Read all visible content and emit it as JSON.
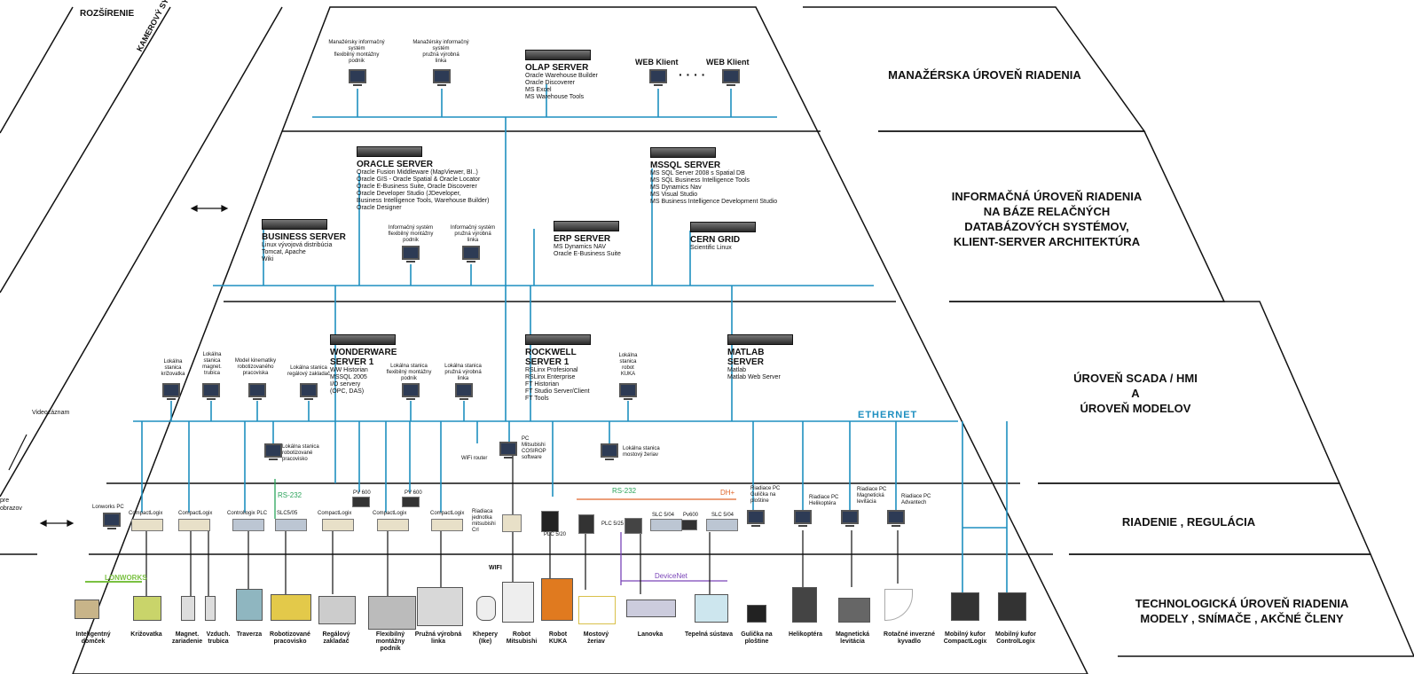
{
  "left_labels": {
    "rozsirenie": "ROZŠÍRENIE",
    "kamerovy": "KAMEROVÝ SYSTÉM",
    "videozaznam": "Videozáznam",
    "obrazov": "pre\nobrazov"
  },
  "levels": [
    {
      "id": "manager",
      "text": "MANAŽÉRSKA ÚROVEŇ RIADENIA"
    },
    {
      "id": "info",
      "text": "INFORMAČNÁ ÚROVEŇ RIADENIA\nNA BÁZE RELAČNÝCH\nDATABÁZOVÝCH SYSTÉMOV,\nKLIENT-SERVER ARCHITEKTÚRA"
    },
    {
      "id": "scada",
      "text": "ÚROVEŇ SCADA / HMI\nA\nÚROVEŇ MODELOV"
    },
    {
      "id": "control",
      "text": "RIADENIE , REGULÁCIA"
    },
    {
      "id": "tech",
      "text": "TECHNOLOGICKÁ ÚROVEŇ RIADENIA\nMODELY , SNÍMAČE , AKČNÉ ČLENY"
    }
  ],
  "servers": {
    "olap": {
      "name": "OLAP SERVER",
      "lines": "Oracle Warehouse Builder\nOracle Discoverer\nMS Excel\nMS Warehouse Tools"
    },
    "oracle": {
      "name": "ORACLE SERVER",
      "lines": "Oracle Fusion Middleware (MapViewer, BI..)\nOracle GIS - Oracle Spatial & Oracle Locator\nOracle E-Business Suite, Oracle Discoverer\nOracle Developer Studio (JDeveloper,\nBusiness Intelligence Tools, Warehouse Builder)\nOracle Designer"
    },
    "mssql": {
      "name": "MSSQL SERVER",
      "lines": "MS SQL Server 2008 s Spatial DB\nMS SQL Business Intelligence Tools\nMS Dynamics Nav\nMS Visual Studio\nMS Business Intelligence Development Studio"
    },
    "business": {
      "name": "BUSINESS SERVER",
      "lines": "Linux vývojová distribúcia\nTomcat, Apache\nWiki"
    },
    "erp": {
      "name": "ERP SERVER",
      "lines": "MS Dynamics NAV\nOracle E-Business Suite"
    },
    "cern": {
      "name": "CERN GRID",
      "lines": "Scientific Linux"
    },
    "wonderware": {
      "name": "WONDERWARE\nSERVER 1",
      "lines": "WW Historian\nMSSQL 2005\nI/O servery\n(OPC, DAS)"
    },
    "rockwell": {
      "name": "ROCKWELL\nSERVER 1",
      "lines": "RSLinx Profesional\nRSLinx Enterprise\nFT Historian\nFT Studio Server/Client\nFT Tools"
    },
    "matlab": {
      "name": "MATLAB\nSERVER",
      "lines": "Matlab\nMatlab Web Server"
    }
  },
  "workstations": {
    "mis1": "Manažérsky informačný\nsystém\nflexibilný montážny\npodnik",
    "mis2": "Manažérsky informačný\nsystém\npružná výrobná\nlinka",
    "web1": "WEB Klient",
    "web2": "WEB Klient",
    "dots": "· · · ·",
    "is1": "Informačný systém\nflexibilný montážny\npodnik",
    "is2": "Informačný systém\npružná výrobná\nlinka",
    "ls1": "Lokálna\nstanica\nkrižovatka",
    "ls2": "Lokálna\nstanica\nmagnet.\ntrubica",
    "ls3": "Model kinematiky\nrobotizovaného\npracoviska",
    "ls4": "Lokálna stanica\nregálový zakladač",
    "ls5": "Lokálna stanica\nflexibilný montážny\npodnik",
    "ls6": "Lokálna stanica\npružná výrobná\nlinka",
    "ls7": "Lokálna\nstanica\nrobot\nKUKA",
    "ls8": "Lokálna stanica\nrobotizované\npracovisko",
    "ls9": "Lokálna stanica\nmostový žeriav",
    "pcmit": "PC\nMitsubishi\nCOSIROP\nsoftware",
    "wifi_router": "WiFi router"
  },
  "network": {
    "ethernet": "ETHERNET",
    "rs232_a": "RS-232",
    "rs232_b": "RS-232",
    "dhplus": "DH+",
    "devicenet": "DeviceNet",
    "lonworks": "LONWORKS",
    "wifi": "WIFI"
  },
  "controllers": [
    {
      "label": "Lonworks PC"
    },
    {
      "label": "CompactLogix"
    },
    {
      "label": "CompactLogix"
    },
    {
      "label": "Controllogix PLC"
    },
    {
      "label": "SLC5/05"
    },
    {
      "label": "CompactLogix"
    },
    {
      "label": "CompactLogix"
    },
    {
      "label": "CompactLogix"
    },
    {
      "label": "Riadiaca\njednotka\nmitsubishi\nCrl"
    },
    {
      "label": "PLC 5/20"
    },
    {
      "label": "PLC 5/25"
    },
    {
      "label": "SLC 5/04"
    },
    {
      "label": "Pv600"
    },
    {
      "label": "SLC 5/04"
    },
    {
      "label": "PV 600"
    },
    {
      "label": "PV 600"
    }
  ],
  "control_pcs": [
    {
      "label": "Riadiace PC\nGulička na\nploštine"
    },
    {
      "label": "Riadiace PC\nHelikoptéra"
    },
    {
      "label": "Riadiace PC\nMagnetická\nlevitácia"
    },
    {
      "label": "Riadiace PC\nAdvantech"
    }
  ],
  "devices": [
    {
      "label": "Inteligentný\ndomček"
    },
    {
      "label": "Križovatka"
    },
    {
      "label": "Magnet.\nzariadenie"
    },
    {
      "label": "Vzduch.\ntrubica"
    },
    {
      "label": "Traverza"
    },
    {
      "label": "Robotizované\npracovisko"
    },
    {
      "label": "Regálový\nzakladač"
    },
    {
      "label": "Flexibilný\nmontážny\npodnik"
    },
    {
      "label": "Pružná výrobná\nlinka"
    },
    {
      "label": "Khepery\n(Ike)"
    },
    {
      "label": "Robot\nMitsubishi"
    },
    {
      "label": "Robot\nKUKA"
    },
    {
      "label": "Mostový\nžeriav"
    },
    {
      "label": "Lanovka"
    },
    {
      "label": "Tepelná sústava"
    },
    {
      "label": "Gulička na\nploštine"
    },
    {
      "label": "Helikoptéra"
    },
    {
      "label": "Magnetická\nlevitácia"
    },
    {
      "label": "Rotačné inverzné\nkyvadlo"
    },
    {
      "label": "Mobilný kufor\nCompactLogix"
    },
    {
      "label": "Mobilný kufor\nControlLogix"
    }
  ],
  "colors": {
    "net": "#1e8fc0",
    "outline": "#111111",
    "rs232": "#2aa35a",
    "dh": "#e0662a",
    "devicenet": "#7a44b8",
    "lonworks": "#7ac142"
  }
}
